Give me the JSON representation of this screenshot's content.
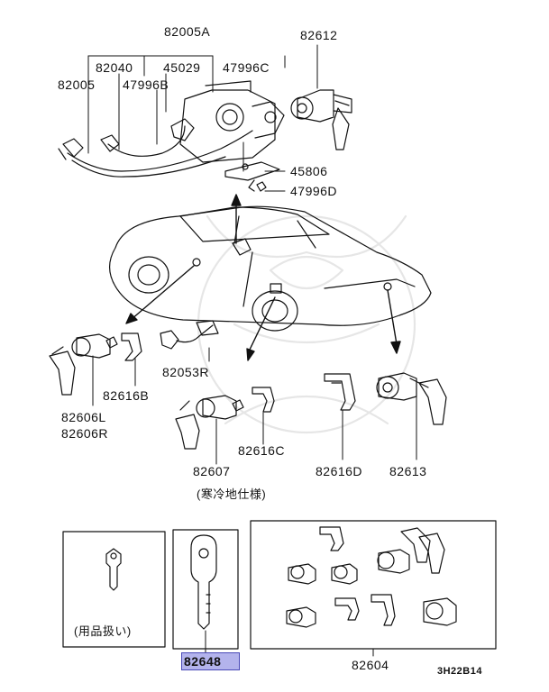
{
  "diagram": {
    "parts": {
      "p82005A": "82005A",
      "p82612": "82612",
      "p82040": "82040",
      "p45029": "45029",
      "p47996C": "47996C",
      "p82005": "82005",
      "p47996B": "47996B",
      "p45806": "45806",
      "p47996D": "47996D",
      "p82053R": "82053R",
      "p82616B": "82616B",
      "p82606L": "82606L",
      "p82606R": "82606R",
      "p82616C": "82616C",
      "p82607": "82607",
      "p82616D": "82616D",
      "p82613": "82613",
      "p82648": "82648",
      "p82604": "82604"
    },
    "notes": {
      "cold_spec": "(寒冷地仕様)",
      "accessory": "(用品扱い)"
    },
    "highlighted_part": "82648",
    "diagram_code": "3H22B14",
    "highlight_color": "#b3b3ec"
  }
}
